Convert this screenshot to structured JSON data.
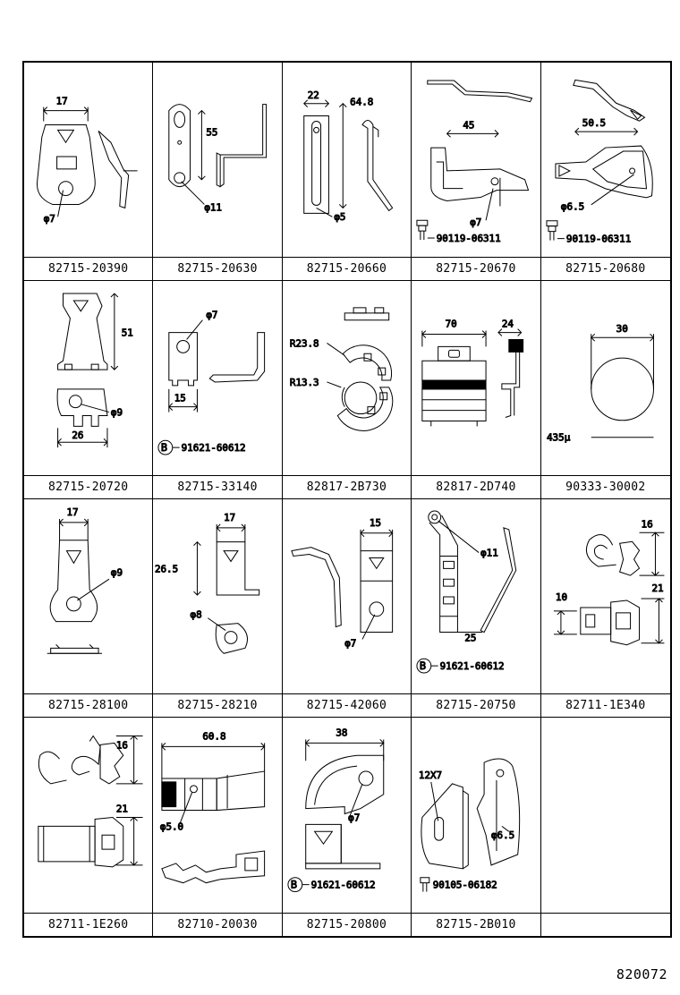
{
  "diagram": {
    "reference_number": "820072",
    "cells": [
      {
        "part_number": "82715-20390",
        "dimensions": [
          "17"
        ],
        "callouts": [
          "φ7"
        ]
      },
      {
        "part_number": "82715-20630",
        "dimensions": [
          "55"
        ],
        "callouts": [
          "φ11"
        ]
      },
      {
        "part_number": "82715-20660",
        "dimensions": [
          "22",
          "64.8"
        ],
        "callouts": [
          "φ5"
        ]
      },
      {
        "part_number": "82715-20670",
        "dimensions": [
          "45"
        ],
        "callouts": [
          "φ7",
          "90119-06311"
        ]
      },
      {
        "part_number": "82715-20680",
        "dimensions": [
          "50.5"
        ],
        "callouts": [
          "φ6.5",
          "90119-06311"
        ]
      },
      {
        "part_number": "82715-20720",
        "dimensions": [
          "51",
          "26"
        ],
        "callouts": [
          "φ9"
        ]
      },
      {
        "part_number": "82715-33140",
        "dimensions": [
          "15"
        ],
        "callouts": [
          "φ7",
          "91621-60612"
        ],
        "badge": "B"
      },
      {
        "part_number": "82817-2B730",
        "dimensions": [
          "R23.8",
          "R13.3"
        ],
        "callouts": []
      },
      {
        "part_number": "82817-2D740",
        "dimensions": [
          "70",
          "24"
        ],
        "callouts": []
      },
      {
        "part_number": "90333-30002",
        "dimensions": [
          "30"
        ],
        "callouts": [
          "435μ"
        ]
      },
      {
        "part_number": "82715-28100",
        "dimensions": [
          "17"
        ],
        "callouts": [
          "φ9"
        ]
      },
      {
        "part_number": "82715-28210",
        "dimensions": [
          "17",
          "26.5"
        ],
        "callouts": [
          "φ8"
        ]
      },
      {
        "part_number": "82715-42060",
        "dimensions": [
          "15"
        ],
        "callouts": [
          "φ7"
        ]
      },
      {
        "part_number": "82715-20750",
        "dimensions": [
          "25"
        ],
        "callouts": [
          "φ11",
          "91621-60612"
        ],
        "badge": "B"
      },
      {
        "part_number": "82711-1E340",
        "dimensions": [
          "16",
          "21",
          "10"
        ],
        "callouts": []
      },
      {
        "part_number": "82711-1E260",
        "dimensions": [
          "16",
          "21"
        ],
        "callouts": []
      },
      {
        "part_number": "82710-20030",
        "dimensions": [
          "60.8"
        ],
        "callouts": [
          "φ5.0"
        ]
      },
      {
        "part_number": "82715-20800",
        "dimensions": [
          "38"
        ],
        "callouts": [
          "φ7",
          "91621-60612"
        ],
        "badge": "B"
      },
      {
        "part_number": "82715-2B010",
        "dimensions": [
          "12X7"
        ],
        "callouts": [
          "φ6.5",
          "90105-06182"
        ]
      },
      {
        "part_number": "",
        "dimensions": [],
        "callouts": []
      }
    ]
  }
}
